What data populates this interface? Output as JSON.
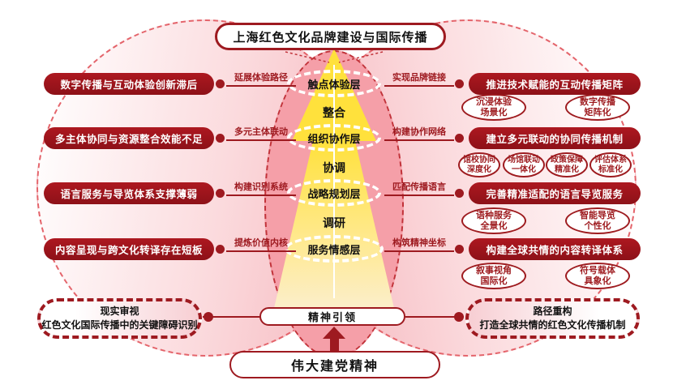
{
  "title": "上海红色文化品牌建设与国际传播",
  "colors": {
    "primary_red": "#9e1a20",
    "arrow_yellow": "#ffe13c",
    "ellipse_pink": "#f59fa8",
    "circle_pink": "#f5b3ba"
  },
  "left_column": {
    "items": [
      {
        "problem": "数字传播与互动体验创新滞后",
        "tactic": "延展体验路径"
      },
      {
        "problem": "多主体协同与资源整合效能不足",
        "tactic": "多元主体联动"
      },
      {
        "problem": "语言服务与导览体系支撑薄弱",
        "tactic": "构建识别系统"
      },
      {
        "problem": "内容呈现与跨文化转译存在短板",
        "tactic": "提炼价值内核"
      }
    ]
  },
  "pyramid": {
    "layers": [
      "触点体验层",
      "整合",
      "组织协作层",
      "协调",
      "战略规划层",
      "调研",
      "服务情感层"
    ]
  },
  "right_column": {
    "items": [
      {
        "tactic": "实现品牌链接",
        "strategy": "推进技术赋能的互动传播矩阵",
        "measures": [
          "沉浸体验\n场景化",
          "数字传播\n矩阵化"
        ]
      },
      {
        "tactic": "构建协作网络",
        "strategy": "建立多元联动的协同传播机制",
        "measures": [
          "馆校协同\n深度化",
          "场馆联动\n一体化",
          "政策保障\n精准化",
          "评估体系\n标准化"
        ]
      },
      {
        "tactic": "匹配传播语言",
        "strategy": "完善精准适配的语言导览服务",
        "measures": [
          "语种服务\n全景化",
          "智能导览\n个性化"
        ]
      },
      {
        "tactic": "构筑精神坐标",
        "strategy": "构建全球共情的内容转译体系",
        "measures": [
          "叙事视角\n国际化",
          "符号载体\n具象化"
        ]
      }
    ]
  },
  "bottom": {
    "left_capsule": {
      "line1": "现实审视",
      "line2": "红色文化国际传播中的关键障碍识别"
    },
    "center_pill": "精神引领",
    "right_capsule": {
      "line1": "路径重构",
      "line2": "打造全球共情的红色文化传播机制"
    },
    "foundation": "伟大建党精神"
  }
}
